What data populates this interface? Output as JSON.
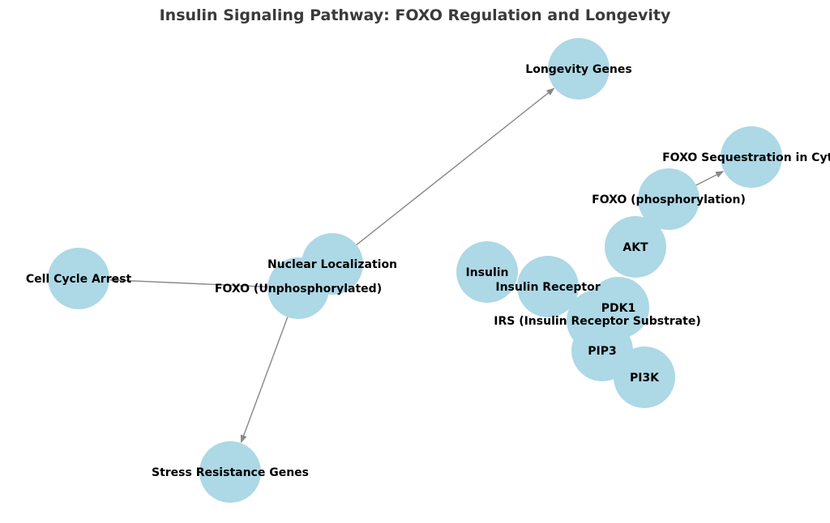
{
  "diagram": {
    "title": "Insulin Signaling Pathway: FOXO Regulation and Longevity",
    "colors": {
      "node": "#add8e6",
      "edge": "#888888",
      "label": "#000000",
      "title": "#3a3a3a"
    },
    "nodes": [
      {
        "id": "longevity",
        "label": "Longevity Genes"
      },
      {
        "id": "foxo_seq",
        "label": "FOXO Sequestration in Cyto"
      },
      {
        "id": "foxo_p",
        "label": "FOXO (phosphorylation)"
      },
      {
        "id": "akt",
        "label": "AKT"
      },
      {
        "id": "cell_cycle",
        "label": "Cell Cycle Arrest"
      },
      {
        "id": "nuclear",
        "label": "Nuclear Localization"
      },
      {
        "id": "foxo_unp",
        "label": "FOXO (Unphosphorylated)"
      },
      {
        "id": "insulin",
        "label": "Insulin"
      },
      {
        "id": "receptor",
        "label": "Insulin Receptor"
      },
      {
        "id": "pdk1",
        "label": "PDK1"
      },
      {
        "id": "irs",
        "label": "IRS (Insulin Receptor Substrate)"
      },
      {
        "id": "pip3",
        "label": "PIP3"
      },
      {
        "id": "pi3k",
        "label": "PI3K"
      },
      {
        "id": "stress",
        "label": "Stress Resistance Genes"
      }
    ],
    "edges": [
      {
        "from": "nuclear",
        "to": "longevity"
      },
      {
        "from": "foxo_unp",
        "to": "cell_cycle"
      },
      {
        "from": "foxo_unp",
        "to": "stress"
      },
      {
        "from": "foxo_p",
        "to": "foxo_seq"
      }
    ]
  }
}
